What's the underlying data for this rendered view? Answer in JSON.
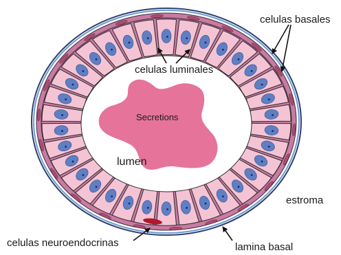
{
  "labels": {
    "celulas_basales": "celulas basales",
    "celulas_luminales": "celulas luminales",
    "secretions": "Secretions",
    "lumen": "lumen",
    "estroma": "estroma",
    "celulas_neuroendocrinas": "celulas neuroendocrinas",
    "lamina_basal": "lamina basal"
  },
  "colors": {
    "cell_fill": "#f4c4d4",
    "cell_stroke": "#2b2b2b",
    "nucleus": "#5f7fc4",
    "nucleolus": "#1b2a5e",
    "secretion": "#e6739a",
    "basal_layer": "#c97ba2",
    "basal_cell": "#b24a70",
    "lamina_outer": "#2f3f6e",
    "lamina_inner": "#6e9cd0",
    "neuroendocrine": "#b0182c"
  },
  "icons": {
    "arrow": "arrow-icon"
  }
}
